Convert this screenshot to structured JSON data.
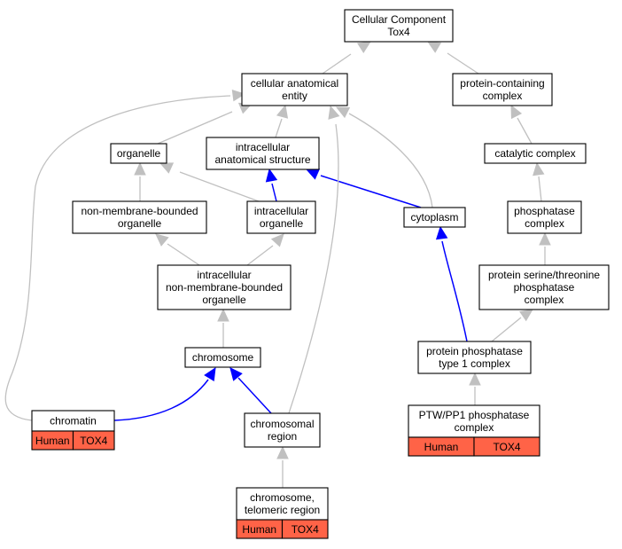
{
  "nodes": {
    "root": {
      "lines": [
        "Cellular Component",
        "Tox4"
      ]
    },
    "cellular_anatomical_entity": {
      "lines": [
        "cellular anatomical",
        "entity"
      ]
    },
    "protein_containing_complex": {
      "lines": [
        "protein-containing",
        "complex"
      ]
    },
    "organelle": {
      "lines": [
        "organelle"
      ]
    },
    "intracellular_anatomical_structure": {
      "lines": [
        "intracellular",
        "anatomical structure"
      ]
    },
    "catalytic_complex": {
      "lines": [
        "catalytic complex"
      ]
    },
    "non_membrane_bounded_organelle": {
      "lines": [
        "non-membrane-bounded",
        "organelle"
      ]
    },
    "intracellular_organelle": {
      "lines": [
        "intracellular",
        "organelle"
      ]
    },
    "cytoplasm": {
      "lines": [
        "cytoplasm"
      ]
    },
    "phosphatase_complex": {
      "lines": [
        "phosphatase",
        "complex"
      ]
    },
    "intracellular_nmb_organelle": {
      "lines": [
        "intracellular",
        "non-membrane-bounded",
        "organelle"
      ]
    },
    "ser_thr_phosphatase_complex": {
      "lines": [
        "protein serine/threonine",
        "phosphatase",
        "complex"
      ]
    },
    "chromosome": {
      "lines": [
        "chromosome"
      ]
    },
    "pp1_complex": {
      "lines": [
        "protein phosphatase",
        "type 1 complex"
      ]
    },
    "chromatin": {
      "lines": [
        "chromatin"
      ],
      "annotation": {
        "species": "Human",
        "gene": "TOX4"
      }
    },
    "chromosomal_region": {
      "lines": [
        "chromosomal",
        "region"
      ]
    },
    "ptw_pp1_complex": {
      "lines": [
        "PTW/PP1 phosphatase",
        "complex"
      ],
      "annotation": {
        "species": "Human",
        "gene": "TOX4"
      }
    },
    "telomeric_region": {
      "lines": [
        "chromosome,",
        "telomeric region"
      ],
      "annotation": {
        "species": "Human",
        "gene": "TOX4"
      }
    }
  },
  "edges": [
    {
      "from": "cellular_anatomical_entity",
      "to": "root",
      "relation": "is_a"
    },
    {
      "from": "protein_containing_complex",
      "to": "root",
      "relation": "is_a"
    },
    {
      "from": "organelle",
      "to": "cellular_anatomical_entity",
      "relation": "is_a"
    },
    {
      "from": "intracellular_anatomical_structure",
      "to": "cellular_anatomical_entity",
      "relation": "is_a"
    },
    {
      "from": "catalytic_complex",
      "to": "protein_containing_complex",
      "relation": "is_a"
    },
    {
      "from": "non_membrane_bounded_organelle",
      "to": "organelle",
      "relation": "is_a"
    },
    {
      "from": "intracellular_organelle",
      "to": "organelle",
      "relation": "is_a"
    },
    {
      "from": "intracellular_organelle",
      "to": "intracellular_anatomical_structure",
      "relation": "part_of"
    },
    {
      "from": "cytoplasm",
      "to": "intracellular_anatomical_structure",
      "relation": "part_of"
    },
    {
      "from": "cytoplasm",
      "to": "cellular_anatomical_entity",
      "relation": "is_a"
    },
    {
      "from": "phosphatase_complex",
      "to": "catalytic_complex",
      "relation": "is_a"
    },
    {
      "from": "intracellular_nmb_organelle",
      "to": "non_membrane_bounded_organelle",
      "relation": "is_a"
    },
    {
      "from": "intracellular_nmb_organelle",
      "to": "intracellular_organelle",
      "relation": "is_a"
    },
    {
      "from": "ser_thr_phosphatase_complex",
      "to": "phosphatase_complex",
      "relation": "is_a"
    },
    {
      "from": "chromosome",
      "to": "intracellular_nmb_organelle",
      "relation": "is_a"
    },
    {
      "from": "pp1_complex",
      "to": "ser_thr_phosphatase_complex",
      "relation": "is_a"
    },
    {
      "from": "pp1_complex",
      "to": "cytoplasm",
      "relation": "part_of"
    },
    {
      "from": "chromatin",
      "to": "chromosome",
      "relation": "part_of"
    },
    {
      "from": "chromatin",
      "to": "cellular_anatomical_entity",
      "relation": "is_a"
    },
    {
      "from": "chromosomal_region",
      "to": "chromosome",
      "relation": "part_of"
    },
    {
      "from": "chromosomal_region",
      "to": "cellular_anatomical_entity",
      "relation": "is_a"
    },
    {
      "from": "ptw_pp1_complex",
      "to": "pp1_complex",
      "relation": "is_a"
    },
    {
      "from": "telomeric_region",
      "to": "chromosomal_region",
      "relation": "is_a"
    }
  ],
  "colors": {
    "is_a_edge": "#c0c0c0",
    "part_of_edge": "#0000ff",
    "annotation_fill": "#ff6347",
    "node_fill": "#ffffff",
    "node_stroke": "#000000"
  }
}
